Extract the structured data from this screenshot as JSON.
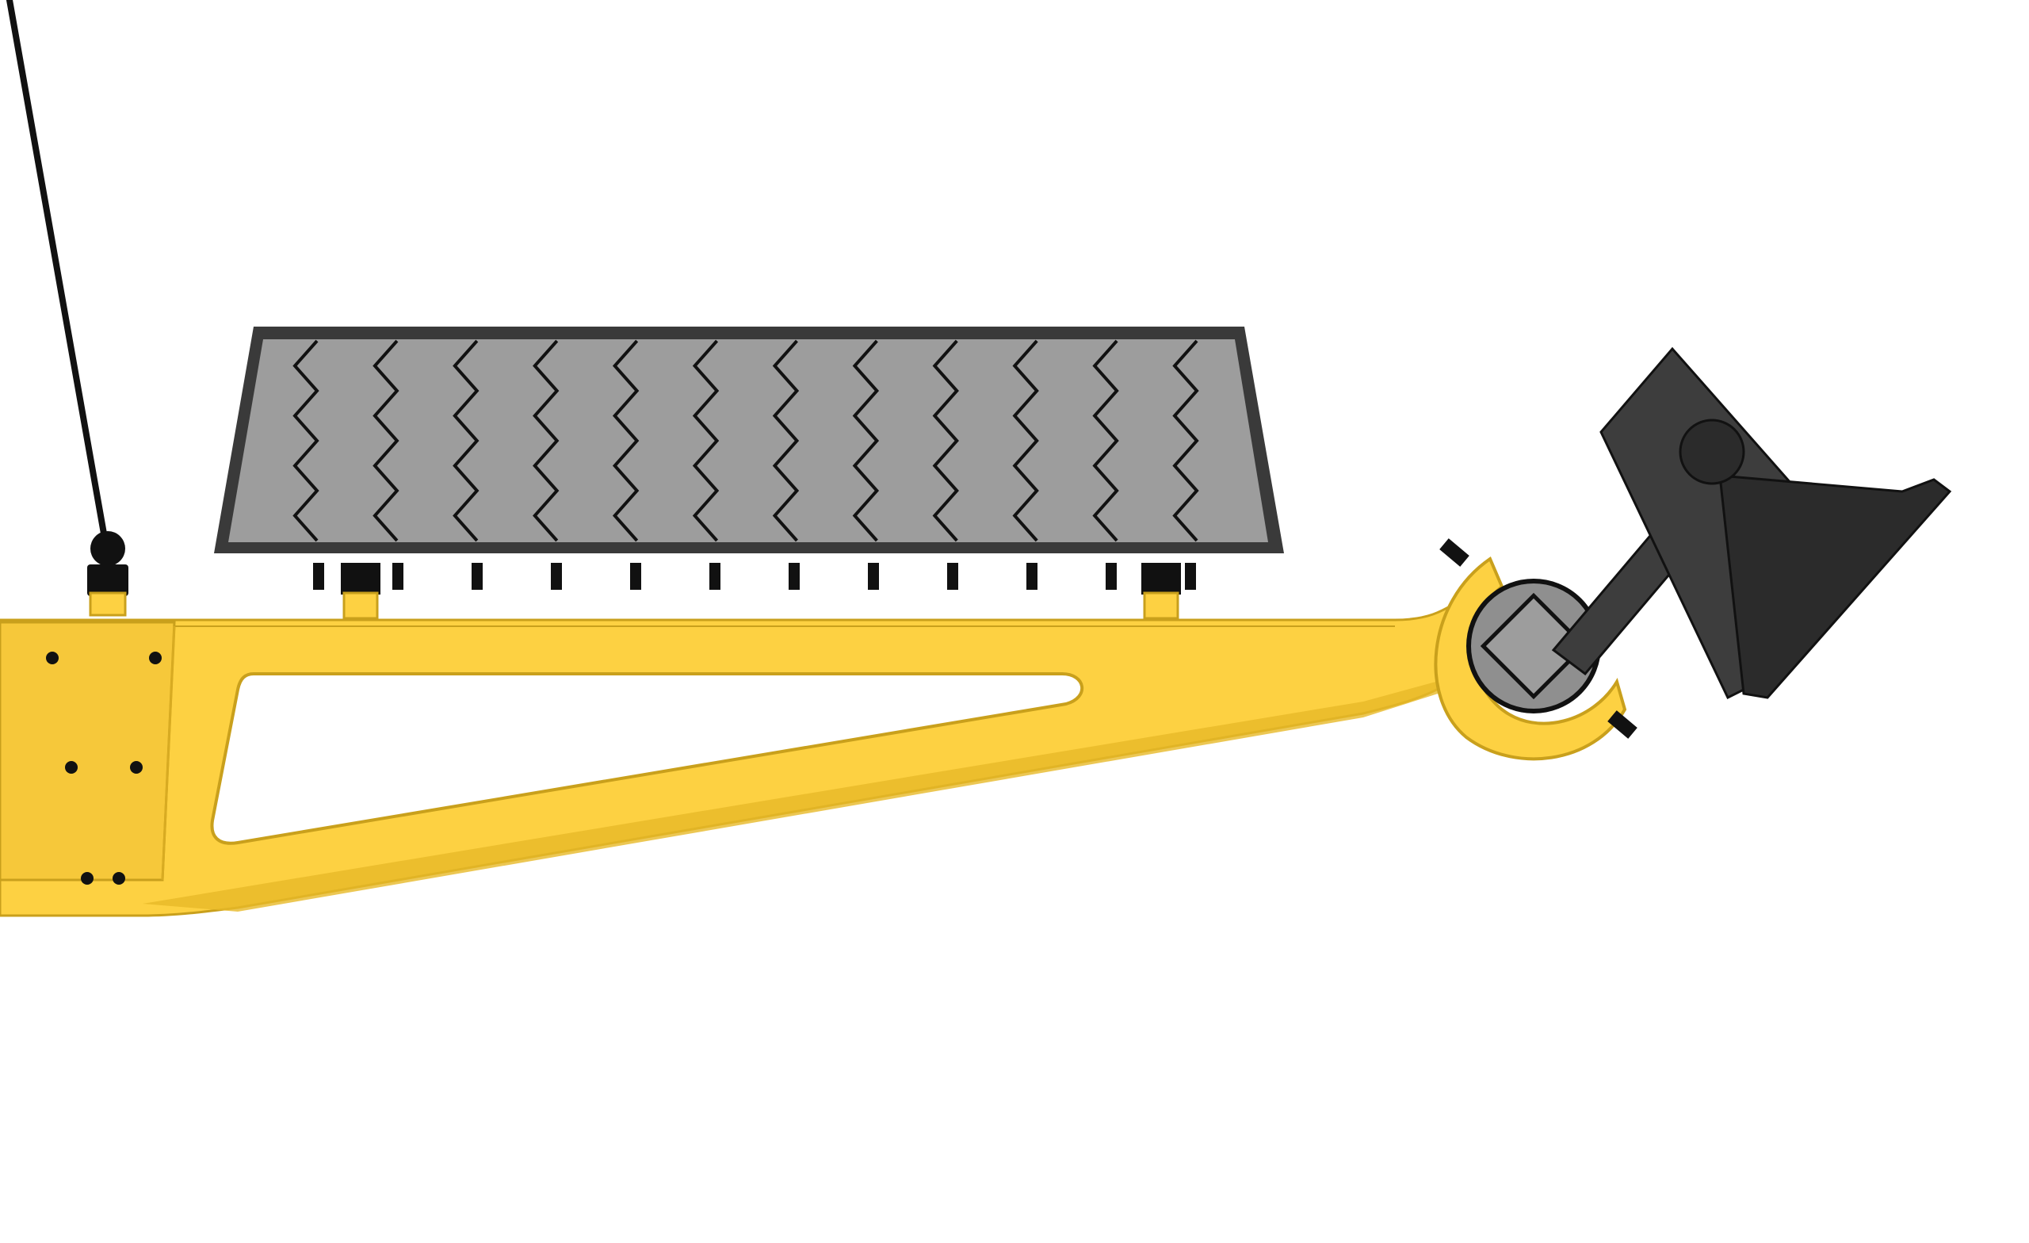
{
  "colors": {
    "background": "#ffffff",
    "arm_yellow": "#fdd142",
    "arm_yellow_shade": "#e7b928",
    "arm_edge": "#c9a01c",
    "panel_frame": "#3a3a3a",
    "panel_face": "#9d9d9d",
    "zigzag": "#111111",
    "mount_black": "#111111",
    "lamp_dark": "#3d3d3d",
    "lamp_darker": "#2b2b2b",
    "joint_grey": "#8f8f8f",
    "cable": "#111111"
  },
  "parts": {
    "cable": "suspension-cable",
    "panel": "solar-panel",
    "arm": "boom-arm",
    "clamp": "pivot-clamp",
    "lamp": "lamp-head"
  },
  "panel_stripes": 12,
  "mount_pegs": 12
}
